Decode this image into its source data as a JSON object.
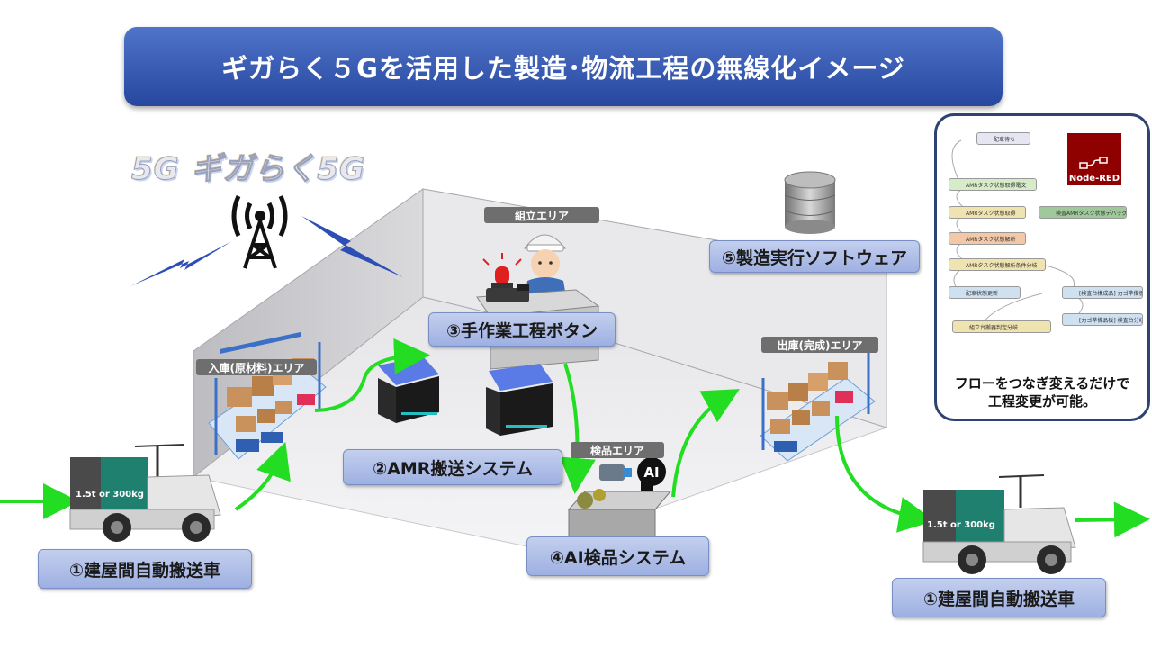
{
  "title": "ギガらく５Gを活用した製造･物流工程の無線化イメージ",
  "logo_text": "5G ギガらく5G",
  "labels": {
    "assembly_area": "組立エリア",
    "inbound_area": "入庫(原材料)エリア",
    "inspection_area": "検品エリア",
    "outbound_area": "出庫(完成)エリア"
  },
  "systems": {
    "s1_left": "①建屋間自動搬送車",
    "s1_right": "①建屋間自動搬送車",
    "s2": "②AMR搬送システム",
    "s3": "③手作業工程ボタン",
    "s4": "④AI検品システム",
    "s5": "⑤製造実行ソフトウェア"
  },
  "vehicle": {
    "left_text": "1.5t or 300kg",
    "right_text": "1.5t or 300kg"
  },
  "ai_badge": "AI",
  "nodered": {
    "logo": "Node-RED",
    "nodes": [
      "配車待ち",
      "AMRタスク状態取得電文",
      "AMRタスク状態取得",
      "検査AMRタスク状態デバッグ",
      "AMRタスク状態解析",
      "AMRタスク状態解析条件分岐",
      "配車状態更新",
      "[検査台構成品] 力ゴ準備板",
      "組立台搬器判定分岐",
      "[力ゴ準備品板] 検査台分岐"
    ],
    "caption_line1": "フローをつなぎ変えるだけで",
    "caption_line2": "工程変更が可能。"
  },
  "colors": {
    "banner": "#3a5cb8",
    "label_fill": "#b0c0ea",
    "arrow": "#22dd22",
    "bubble_border": "#2e4372",
    "nodered": "#8f0000"
  }
}
